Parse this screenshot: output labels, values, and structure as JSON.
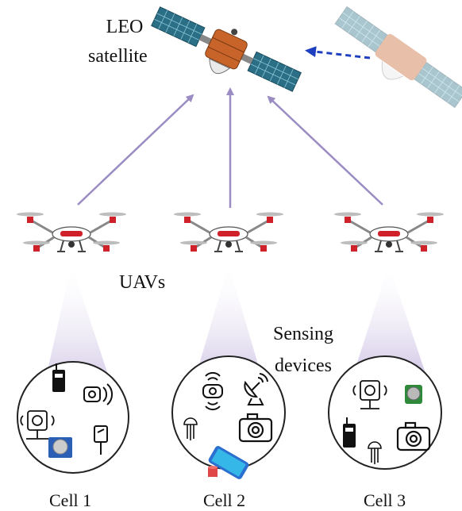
{
  "labels": {
    "satellite_line1": "LEO",
    "satellite_line2": "satellite",
    "uavs": "UAVs",
    "sensing_line1": "Sensing",
    "sensing_line2": "devices"
  },
  "cells": [
    {
      "label": "Cell 1"
    },
    {
      "label": "Cell 2"
    },
    {
      "label": "Cell 3"
    }
  ],
  "colors": {
    "uplink_arrow": "#9b8cc3",
    "motion_arrow": "#1e3fbf",
    "beam": "#c9bde0",
    "cell_border": "#222222",
    "solar_panel": "#2a6f86",
    "satellite_body": "#c8642a",
    "uav_body": "#ffffff",
    "uav_accent": "#d0202a"
  },
  "icons": [
    "satellite-icon",
    "satellite-ghost-icon",
    "drone-icon",
    "walkie-talkie-icon",
    "rfid-sensor-icon",
    "wireless-camera-icon",
    "air-quality-sensor-icon",
    "thermometer-probe-icon",
    "camera-icon",
    "satellite-dish-icon",
    "smartphone-icon",
    "transistor-sensor-icon",
    "gas-sensor-icon"
  ]
}
